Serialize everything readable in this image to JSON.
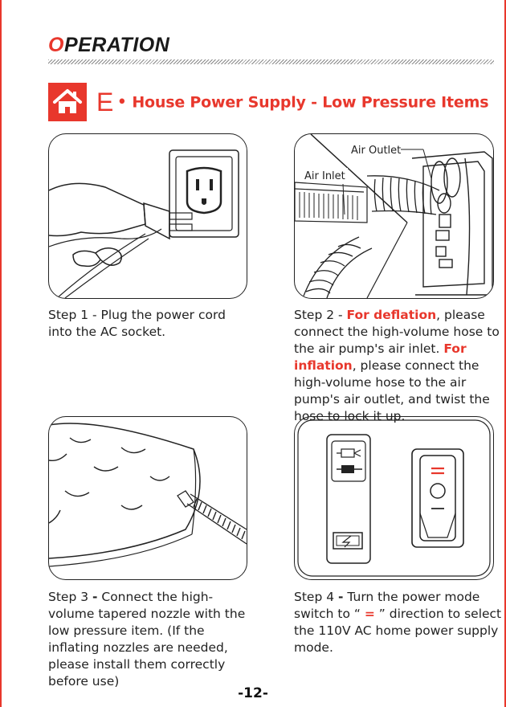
{
  "header": {
    "section_first_letter": "O",
    "section_rest": "PERATION",
    "heading_letter": "E",
    "heading_dot": "•",
    "heading_text": "House Power Supply - Low Pressure Items"
  },
  "figures": {
    "air_outlet_label": "Air Outlet",
    "air_inlet_label": "Air Inlet"
  },
  "steps": {
    "s1": {
      "text": "Step 1 - Plug the power cord into the AC socket."
    },
    "s2": {
      "prefix": "Step 2 - ",
      "deflation": "For deflation",
      "part1": ", please connect the high-volume hose to the air pump's air inlet. ",
      "inflation": "For inflation",
      "part2": ", please connect the high-volume hose to the air pump's air outlet, and twist the hose to lock it up."
    },
    "s3": {
      "prefix": "Step 3 ",
      "dash": "-",
      "text": " Connect the high-volume tapered nozzle with the low pressure item. (If the inflating nozzles are needed, please install them correctly before use)"
    },
    "s4": {
      "prefix": "Step 4 ",
      "dash": "-",
      "part1": " Turn the power mode switch to “ ",
      "symbol": "=",
      "part2": " ” direction to select the 110V AC home power supply mode."
    }
  },
  "footer": {
    "page_number": "-12-"
  },
  "colors": {
    "accent": "#e8372c",
    "text": "#222222",
    "line": "#222222"
  }
}
